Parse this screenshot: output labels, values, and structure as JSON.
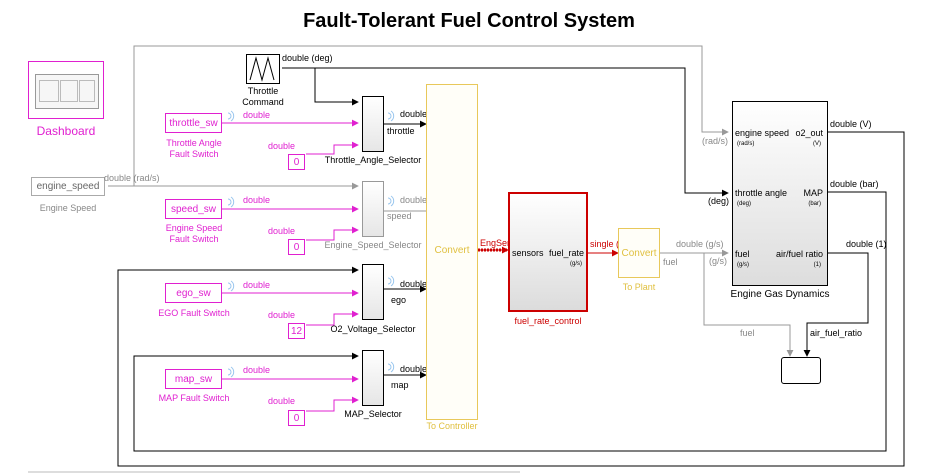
{
  "title": "Fault-Tolerant Fuel Control System",
  "dashboard": {
    "label": "Dashboard"
  },
  "throttle_command": {
    "label_line1": "Throttle",
    "label_line2": "Command",
    "signal": "double (deg)"
  },
  "engine_speed": {
    "block_text": "engine_speed",
    "label": "Engine Speed",
    "signal": "double (rad/s)"
  },
  "switches": [
    {
      "block_text": "throttle_sw",
      "label_line1": "Throttle Angle",
      "label_line2": "Fault Switch",
      "signal": "double"
    },
    {
      "block_text": "speed_sw",
      "label_line1": "Engine Speed",
      "label_line2": "Fault Switch",
      "signal": "double"
    },
    {
      "block_text": "ego_sw",
      "label_line1": "EGO Fault Switch",
      "label_line2": "",
      "signal": "double"
    },
    {
      "block_text": "map_sw",
      "label_line1": "MAP Fault Switch",
      "label_line2": "",
      "signal": "double"
    }
  ],
  "constants": [
    {
      "value": "0",
      "signal": "double"
    },
    {
      "value": "0",
      "signal": "double"
    },
    {
      "value": "12",
      "signal": "double"
    },
    {
      "value": "0",
      "signal": "double"
    }
  ],
  "selectors": [
    {
      "label": "Throttle_Angle_Selector",
      "out_name": "throttle",
      "out_signal": "double"
    },
    {
      "label": "Engine_Speed_Selector",
      "out_name": "speed",
      "out_signal": "double (rad/s)"
    },
    {
      "label": "O2_Voltage_Selector",
      "out_name": "ego",
      "out_signal": "double (V)"
    },
    {
      "label": "MAP_Selector",
      "out_name": "map",
      "out_signal": "double (bar)"
    }
  ],
  "to_controller": {
    "block_text": "Convert",
    "label": "To Controller",
    "bus": "EngSensors"
  },
  "fuel_rate_control": {
    "label": "fuel_rate_control",
    "in_port": "sensors",
    "out_port": "fuel_rate",
    "out_unit": "(g/s)",
    "out_signal": "single (g/s)"
  },
  "to_plant": {
    "block_text": "Convert",
    "label": "To Plant",
    "out_name": "fuel",
    "out_signal": "double (g/s)"
  },
  "engine_gas_dynamics": {
    "label": "Engine Gas Dynamics",
    "inputs": [
      {
        "name": "engine speed",
        "unit": "(rad/s)",
        "wire_unit": "(rad/s)"
      },
      {
        "name": "throttle angle",
        "unit": "(deg)",
        "wire_unit": "(deg)"
      },
      {
        "name": "fuel",
        "unit": "(g/s)",
        "wire_unit": "(g/s)"
      }
    ],
    "outputs": [
      {
        "name": "o2_out",
        "unit": "(V)",
        "signal": "double (V)"
      },
      {
        "name": "MAP",
        "unit": "(bar)",
        "signal": "double (bar)"
      },
      {
        "name": "air/fuel ratio",
        "unit": "(1)",
        "signal": "double (1)"
      }
    ]
  },
  "scope": {
    "in1": "fuel",
    "in2": "air_fuel_ratio"
  }
}
